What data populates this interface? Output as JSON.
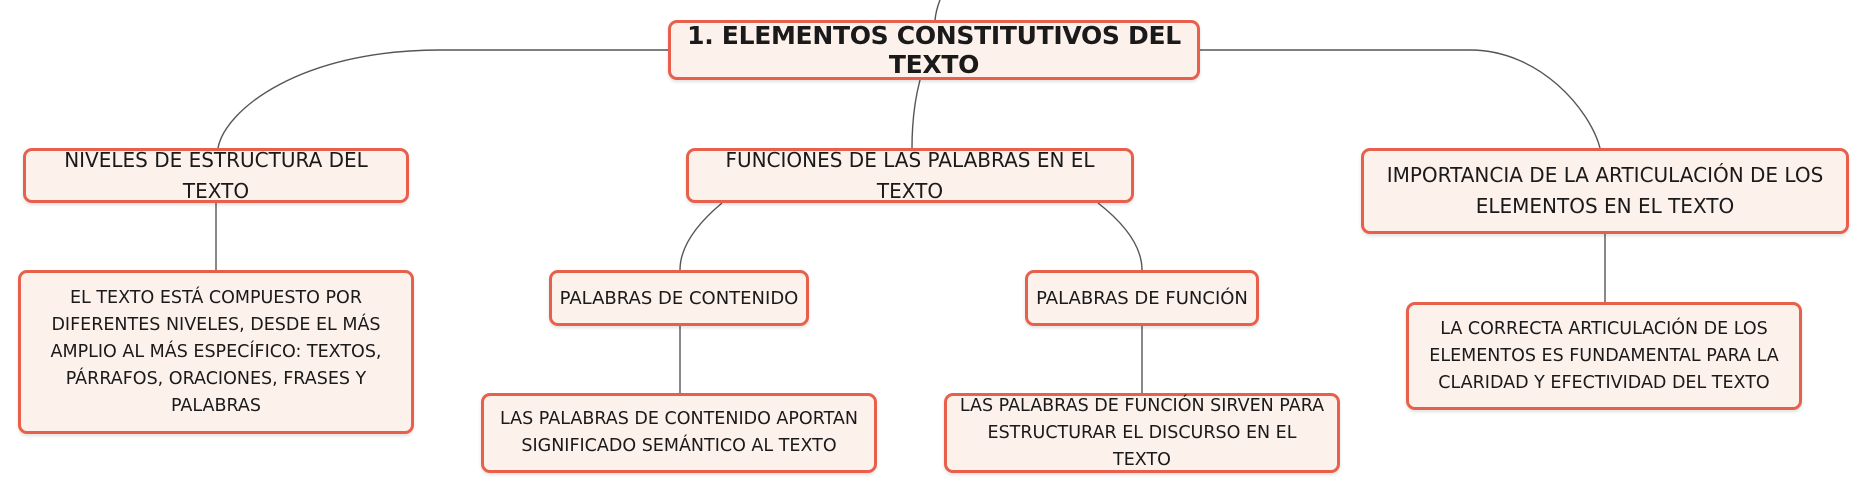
{
  "map": {
    "root": "1. ELEMENTOS CONSTITUTIVOS DEL TEXTO",
    "left": {
      "title": "NIVELES DE ESTRUCTURA DEL TEXTO",
      "detail": "EL TEXTO ESTÁ COMPUESTO POR DIFERENTES NIVELES, DESDE EL MÁS AMPLIO AL MÁS ESPECÍFICO: TEXTOS, PÁRRAFOS, ORACIONES, FRASES Y PALABRAS"
    },
    "center": {
      "title": "FUNCIONES DE LAS PALABRAS EN EL TEXTO",
      "content": {
        "title": "PALABRAS DE CONTENIDO",
        "detail": "LAS PALABRAS DE CONTENIDO APORTAN SIGNIFICADO SEMÁNTICO AL TEXTO"
      },
      "function": {
        "title": "PALABRAS DE FUNCIÓN",
        "detail": "LAS PALABRAS DE FUNCIÓN SIRVEN PARA ESTRUCTURAR EL DISCURSO EN EL TEXTO"
      }
    },
    "right": {
      "title": "IMPORTANCIA DE LA ARTICULACIÓN DE LOS ELEMENTOS EN EL TEXTO",
      "detail": "LA CORRECTA ARTICULACIÓN DE LOS ELEMENTOS ES FUNDAMENTAL PARA LA CLARIDAD Y EFECTIVIDAD DEL TEXTO"
    }
  },
  "colors": {
    "node_border": "#e8604c",
    "node_fill": "#fdf1ec",
    "connector": "#555555"
  }
}
